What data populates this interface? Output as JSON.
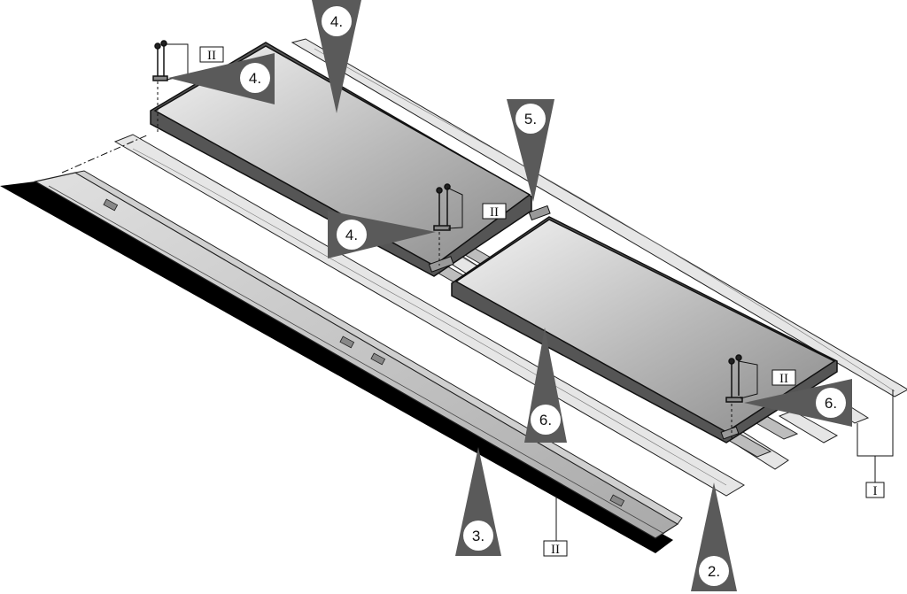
{
  "steps": {
    "s4_top": "4.",
    "s4_left": "4.",
    "s4_mid": "4.",
    "s5": "5.",
    "s6_bottom": "6.",
    "s6_right": "6.",
    "s3": "3.",
    "s2": "2."
  },
  "tags": {
    "screws_left": "II",
    "screws_mid": "II",
    "screws_right": "II",
    "flashing": "II",
    "rails": "I"
  }
}
